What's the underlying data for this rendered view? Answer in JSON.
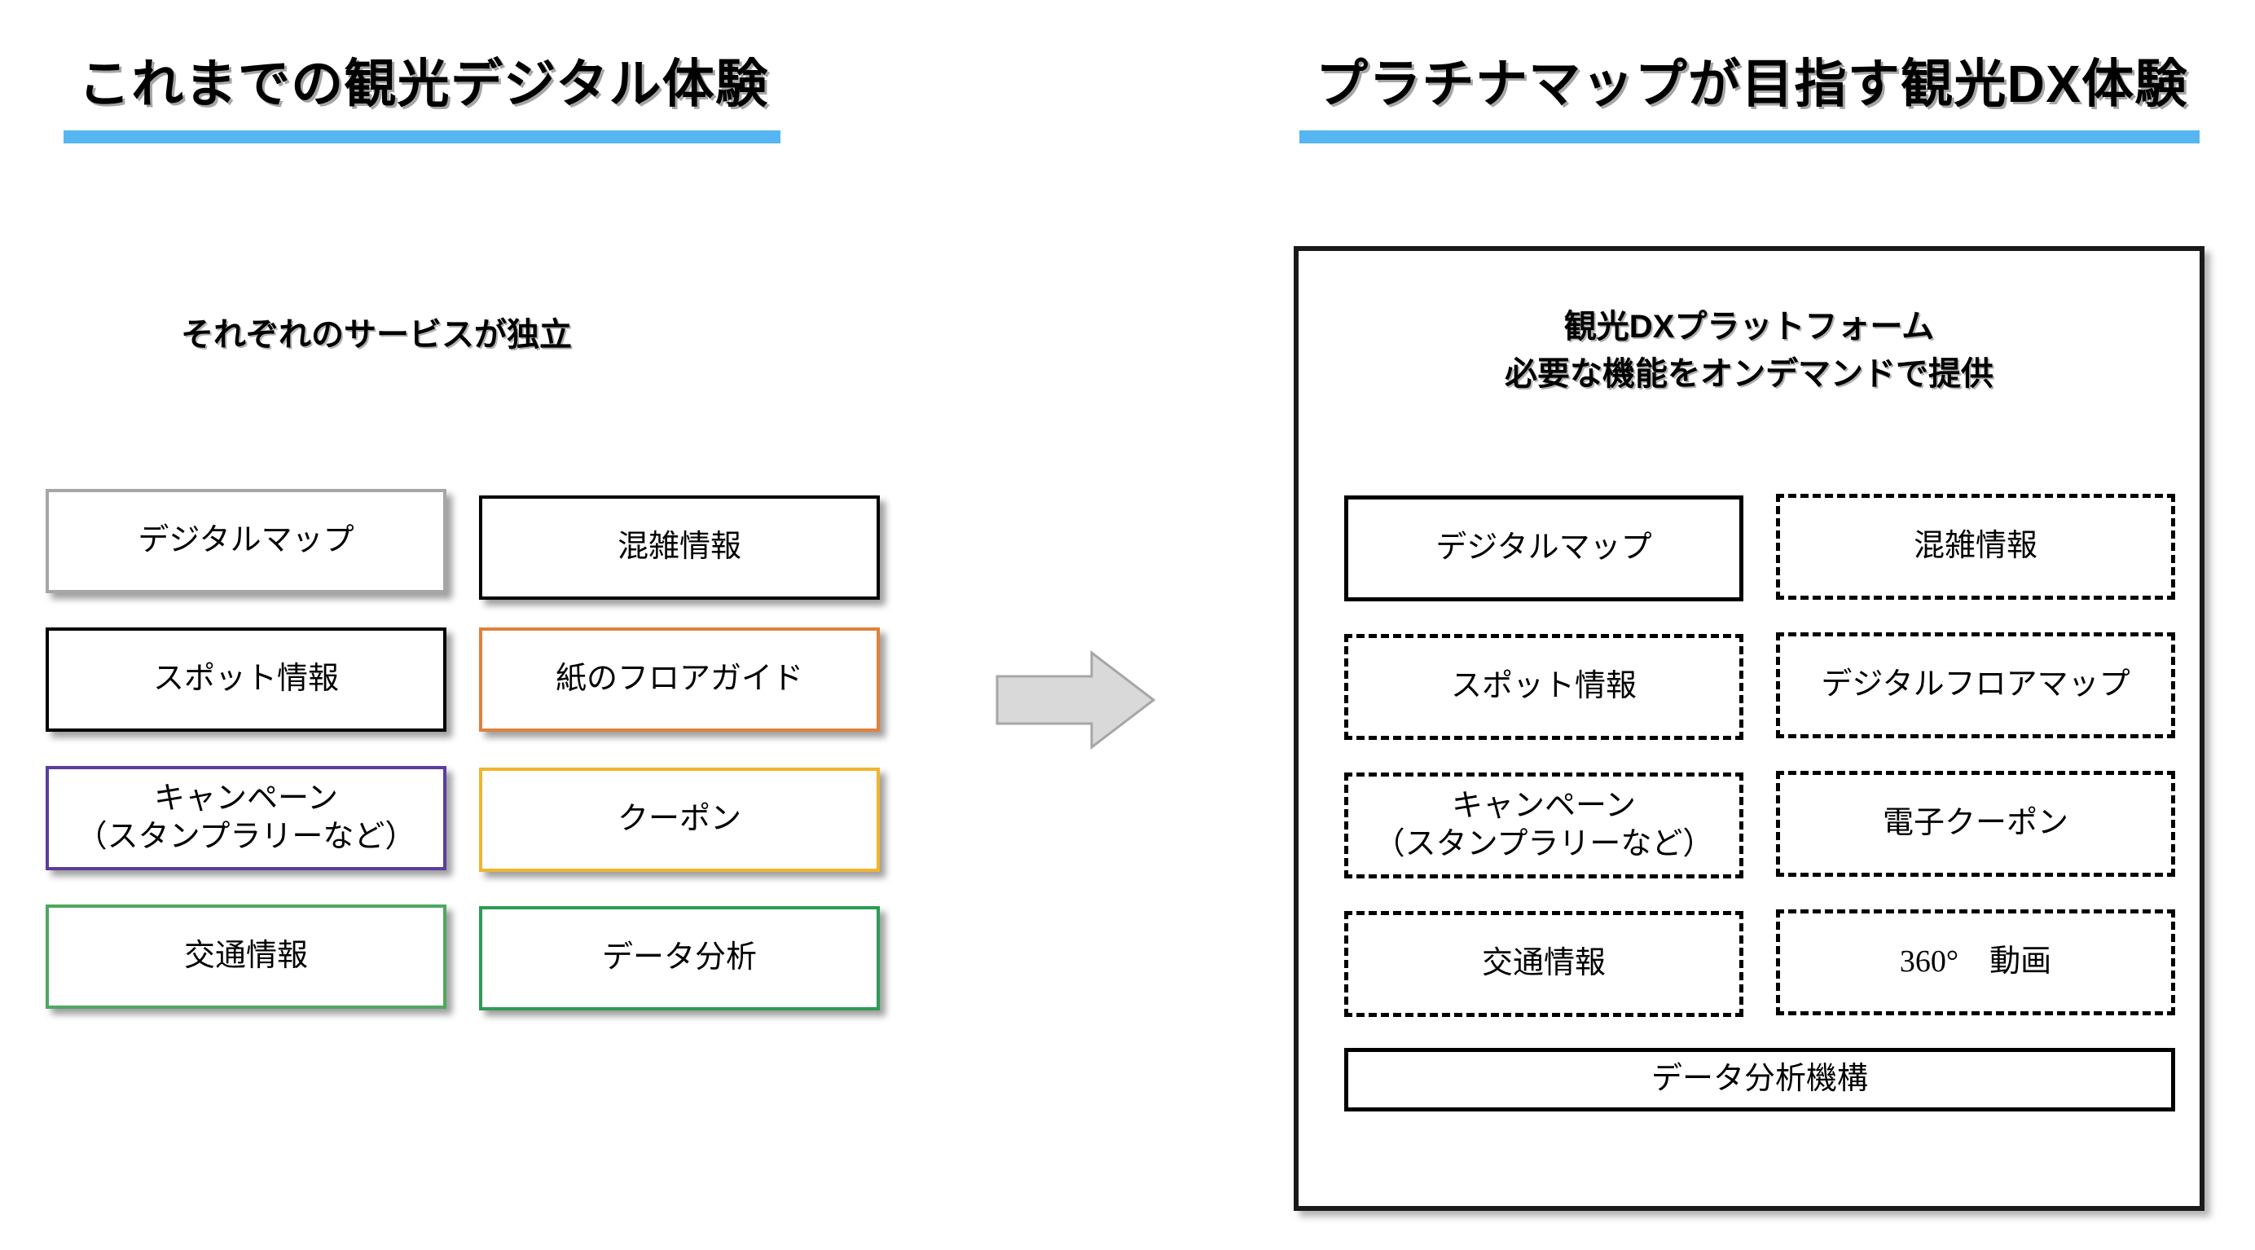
{
  "left_panel": {
    "title": "これまでの観光デジタル体験",
    "subtitle": "それぞれのサービスが独立",
    "accent_color": "#56b6f2",
    "boxes": [
      {
        "label": "デジタルマップ",
        "border_color": "#a6a6a6",
        "border_style": "solid"
      },
      {
        "label": "スポット情報",
        "border_color": "#000000",
        "border_style": "solid"
      },
      {
        "label_line1": "キャンペーン",
        "label_line2": "（スタンプラリーなど）",
        "border_color": "#5b3d9e",
        "border_style": "solid"
      },
      {
        "label": "交通情報",
        "border_color": "#4ea860",
        "border_style": "solid"
      },
      {
        "label": "混雑情報",
        "border_color": "#000000",
        "border_style": "solid"
      },
      {
        "label": "紙のフロアガイド",
        "border_color": "#e0823c",
        "border_style": "solid"
      },
      {
        "label": "クーポン",
        "border_color": "#f0b52e",
        "border_style": "solid"
      },
      {
        "label": "データ分析",
        "border_color": "#2e9b55",
        "border_style": "solid"
      }
    ]
  },
  "arrow": {
    "name": "right-arrow",
    "fill_color": "#d9d9d9",
    "stroke_color": "#a6a6a6",
    "direction": "right"
  },
  "right_panel": {
    "title": "プラチナマップが目指す観光DX体験",
    "accent_color": "#56b6f2",
    "heading_line1": "観光DXプラットフォーム",
    "heading_line2": "必要な機能をオンデマンドで提供",
    "border_color": "#1a1a1a",
    "boxes": [
      {
        "label": "デジタルマップ",
        "border_style": "solid"
      },
      {
        "label_line1": "スポット情報",
        "border_style": "dashed"
      },
      {
        "label_line1": "キャンペーン",
        "label_line2": "（スタンプラリーなど）",
        "border_style": "dashed"
      },
      {
        "label": "交通情報",
        "border_style": "dashed"
      },
      {
        "label": "混雑情報",
        "border_style": "dashed"
      },
      {
        "label": "デジタルフロアマップ",
        "border_style": "dashed"
      },
      {
        "label": "電子クーポン",
        "border_style": "dashed"
      },
      {
        "label": "360°　動画",
        "border_style": "dashed"
      },
      {
        "label": "データ分析機構",
        "border_style": "solid"
      }
    ]
  }
}
